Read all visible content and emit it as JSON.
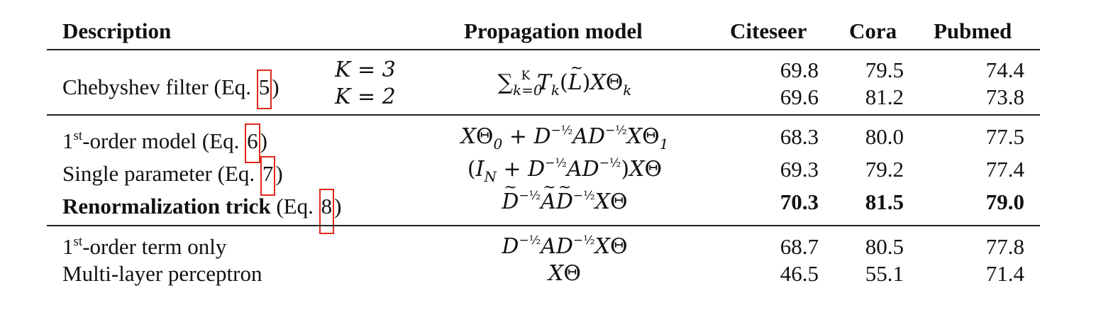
{
  "headers": {
    "description": "Description",
    "propagation": "Propagation model",
    "citeseer": "Citeseer",
    "cora": "Cora",
    "pubmed": "Pubmed"
  },
  "rows": {
    "cheb": {
      "label": "Chebyshev filter (Eq. ",
      "ref": "5",
      "close": ")",
      "k3": "K = 3",
      "k2": "K = 2",
      "k3_vals": [
        "69.8",
        "79.5",
        "74.4"
      ],
      "k2_vals": [
        "69.6",
        "81.2",
        "73.8"
      ]
    },
    "first_order": {
      "sup": "st",
      "num": "1",
      "label": "-order model (Eq. ",
      "ref": "6",
      "close": ")",
      "vals": [
        "68.3",
        "80.0",
        "77.5"
      ]
    },
    "single": {
      "label": "Single parameter (Eq. ",
      "ref": "7",
      "close": ")",
      "vals": [
        "69.3",
        "79.2",
        "77.4"
      ]
    },
    "renorm": {
      "bold_label": "Renormalization trick",
      "label": " (Eq. ",
      "ref": "8",
      "close": ")",
      "vals": [
        "70.3",
        "81.5",
        "79.0"
      ]
    },
    "first_term": {
      "num": "1",
      "sup": "st",
      "label": "-order term only",
      "vals": [
        "68.7",
        "80.5",
        "77.8"
      ]
    },
    "mlp": {
      "label": "Multi-layer perceptron",
      "vals": [
        "46.5",
        "55.1",
        "71.4"
      ]
    }
  },
  "colors": {
    "ref_box": "#e0281c"
  }
}
